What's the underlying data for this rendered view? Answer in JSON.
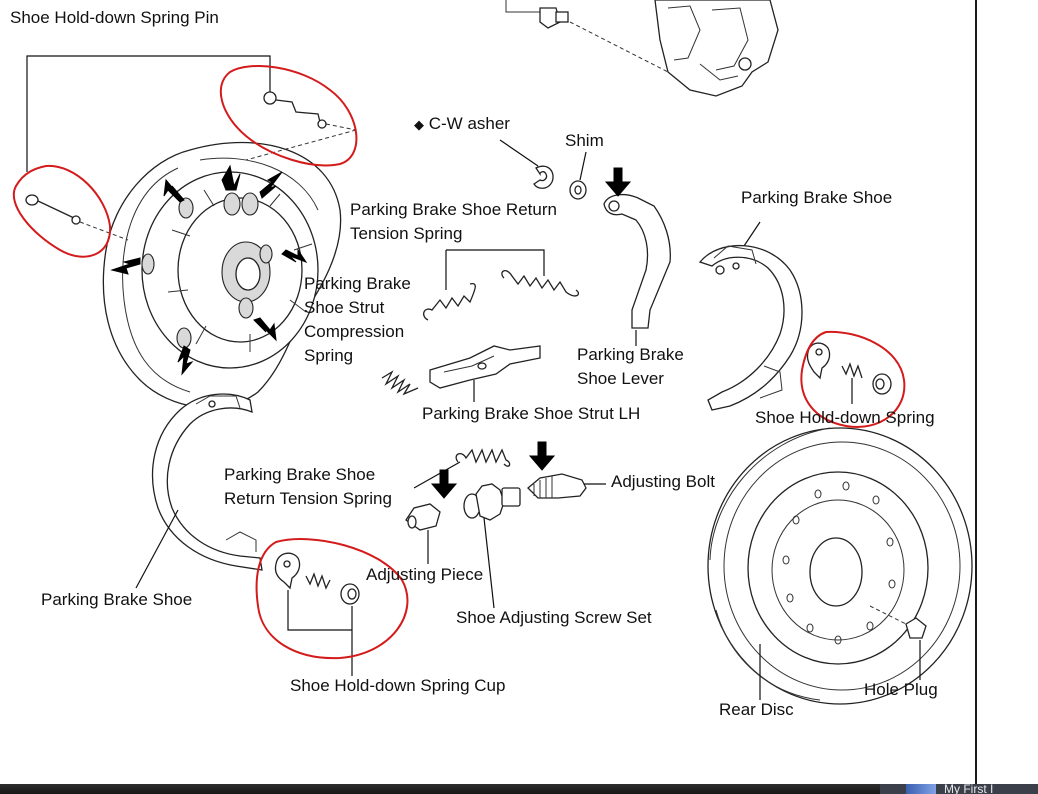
{
  "labels": {
    "pin": "Shoe Hold-down Spring Pin",
    "c_washer": "C-W asher",
    "c_washer_bullet": "◆",
    "shim": "Shim",
    "return_spring_upper_1": "Parking Brake Shoe Return",
    "return_spring_upper_2": "Tension Spring",
    "strut_spring_1": "Parking Brake",
    "strut_spring_2": "Shoe Strut",
    "strut_spring_3": "Compression",
    "strut_spring_4": "Spring",
    "shoe_right": "Parking Brake Shoe",
    "lever_1": "Parking Brake",
    "lever_2": "Shoe Lever",
    "strut_lh": "Parking Brake Shoe Strut LH",
    "hold_down_spring": "Shoe Hold-down Spring",
    "return_spring_lower_1": "Parking Brake Shoe",
    "return_spring_lower_2": "Return Tension Spring",
    "adjusting_bolt": "Adjusting Bolt",
    "adjusting_piece": "Adjusting Piece",
    "shoe_left": "Parking Brake Shoe",
    "screw_set": "Shoe Adjusting Screw Set",
    "spring_cup": "Shoe Hold-down Spring Cup",
    "hole_plug": "Hole Plug",
    "rear_disc": "Rear Disc"
  },
  "taskbar": {
    "app_label": "My First I",
    "icon": "window-thumbnail-icon"
  },
  "colors": {
    "annotation_ink": "#d41b1b",
    "line_art": "#222222",
    "taskbar": "#1f1f1f"
  }
}
